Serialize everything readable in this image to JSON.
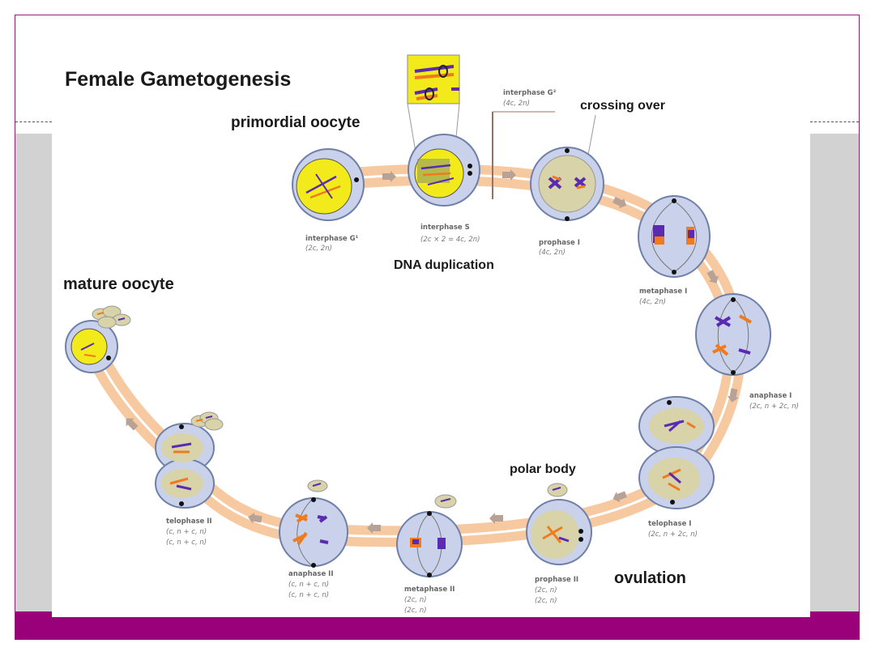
{
  "title": "Female Gametogenesis",
  "labels": {
    "primordial_oocyte": "primordial oocyte",
    "crossing_over": "crossing over",
    "dna_duplication": "DNA duplication",
    "mature_oocyte": "mature oocyte",
    "polar_body": "polar body",
    "ovulation": "ovulation"
  },
  "stages": {
    "interphase_g1": {
      "name": "interphase G¹",
      "ploidy": [
        "(2c, 2n)"
      ]
    },
    "interphase_s": {
      "name": "interphase S",
      "ploidy": [
        "(2c × 2 = 4c, 2n)"
      ]
    },
    "interphase_g2": {
      "name": "interphase G²",
      "ploidy": [
        "(4c, 2n)"
      ]
    },
    "prophase_1": {
      "name": "prophase I",
      "ploidy": [
        "(4c, 2n)"
      ]
    },
    "metaphase_1": {
      "name": "metaphase I",
      "ploidy": [
        "(4c, 2n)"
      ]
    },
    "anaphase_1": {
      "name": "anaphase I",
      "ploidy": [
        "(2c, n + 2c, n)"
      ]
    },
    "telophase_1": {
      "name": "telophase I",
      "ploidy": [
        "(2c, n + 2c, n)"
      ]
    },
    "prophase_2": {
      "name": "prophase II",
      "ploidy": [
        "(2c, n)",
        "(2c, n)"
      ]
    },
    "metaphase_2": {
      "name": "metaphase II",
      "ploidy": [
        "(2c, n)",
        "(2c, n)"
      ]
    },
    "anaphase_2": {
      "name": "anaphase II",
      "ploidy": [
        "(c, n + c, n)",
        "(c, n + c, n)"
      ]
    },
    "telophase_2": {
      "name": "telophase II",
      "ploidy": [
        "(c, n + c, n)",
        "(c, n + c, n)"
      ]
    }
  },
  "colors": {
    "accent_bar": "#9b007b",
    "track": "#f7c9a0",
    "cell_fill": "#c9d2ea",
    "cell_stroke": "#6f80a8",
    "nucleus_yellow": "#f2ea1a",
    "nucleus_beige": "#d8d3a8",
    "chrom_purple": "#5a2bb0",
    "chrom_orange": "#f07a1e"
  }
}
